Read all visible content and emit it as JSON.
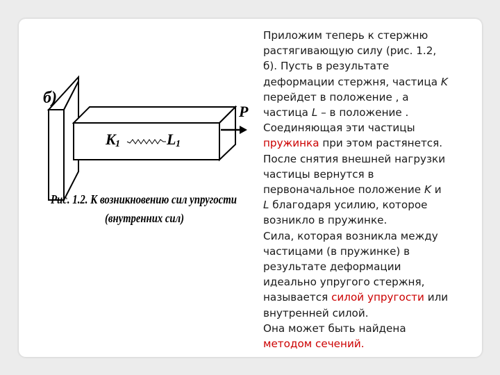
{
  "figure": {
    "panel_label": "б)",
    "force_label": "P",
    "particle_k": "K",
    "particle_k_sub": "1",
    "particle_l": "L",
    "particle_l_sub": "1",
    "caption_line1": "Рис. 1.2. К возникновению сил упругости",
    "caption_line2": "(внутренних сил)"
  },
  "text": {
    "p1": {
      "line1": "Приложим теперь к стержню",
      "line2": "растягивающую силу (рис. 1.2,",
      "line3": "б). Пусть в результате",
      "line4a": "деформации стержня, частица ",
      "line4b": "K",
      "line5": "перейдет в положение , а",
      "line6a": "частица ",
      "line6b": "L",
      "line6c": " – в положение .",
      "line7": "Соединяющая эти частицы",
      "line8a": "пружинка",
      "line8b": " при этом растянется.",
      "line9": "После снятия внешней нагрузки",
      "line10": "частицы вернутся в",
      "line11a": "первоначальное положение ",
      "line11b": "K",
      "line11c": " и",
      "line12a": "L",
      "line12b": " благодаря усилию, которое",
      "line13": "возникло в пружинке."
    },
    "p2": {
      "line1": "Сила, которая возникла между",
      "line2": "частицами (в пружинке) в",
      "line3": "результате деформации",
      "line4": "идеально упругого стержня,",
      "line5a": "называется ",
      "line5b": "силой упругости",
      "line5c": " или",
      "line6": "внутренней силой."
    },
    "p3": {
      "line1": "Она может быть найдена",
      "line2": "методом сечений."
    }
  },
  "colors": {
    "highlight": "#cc0000",
    "text": "#1a1a1a"
  }
}
